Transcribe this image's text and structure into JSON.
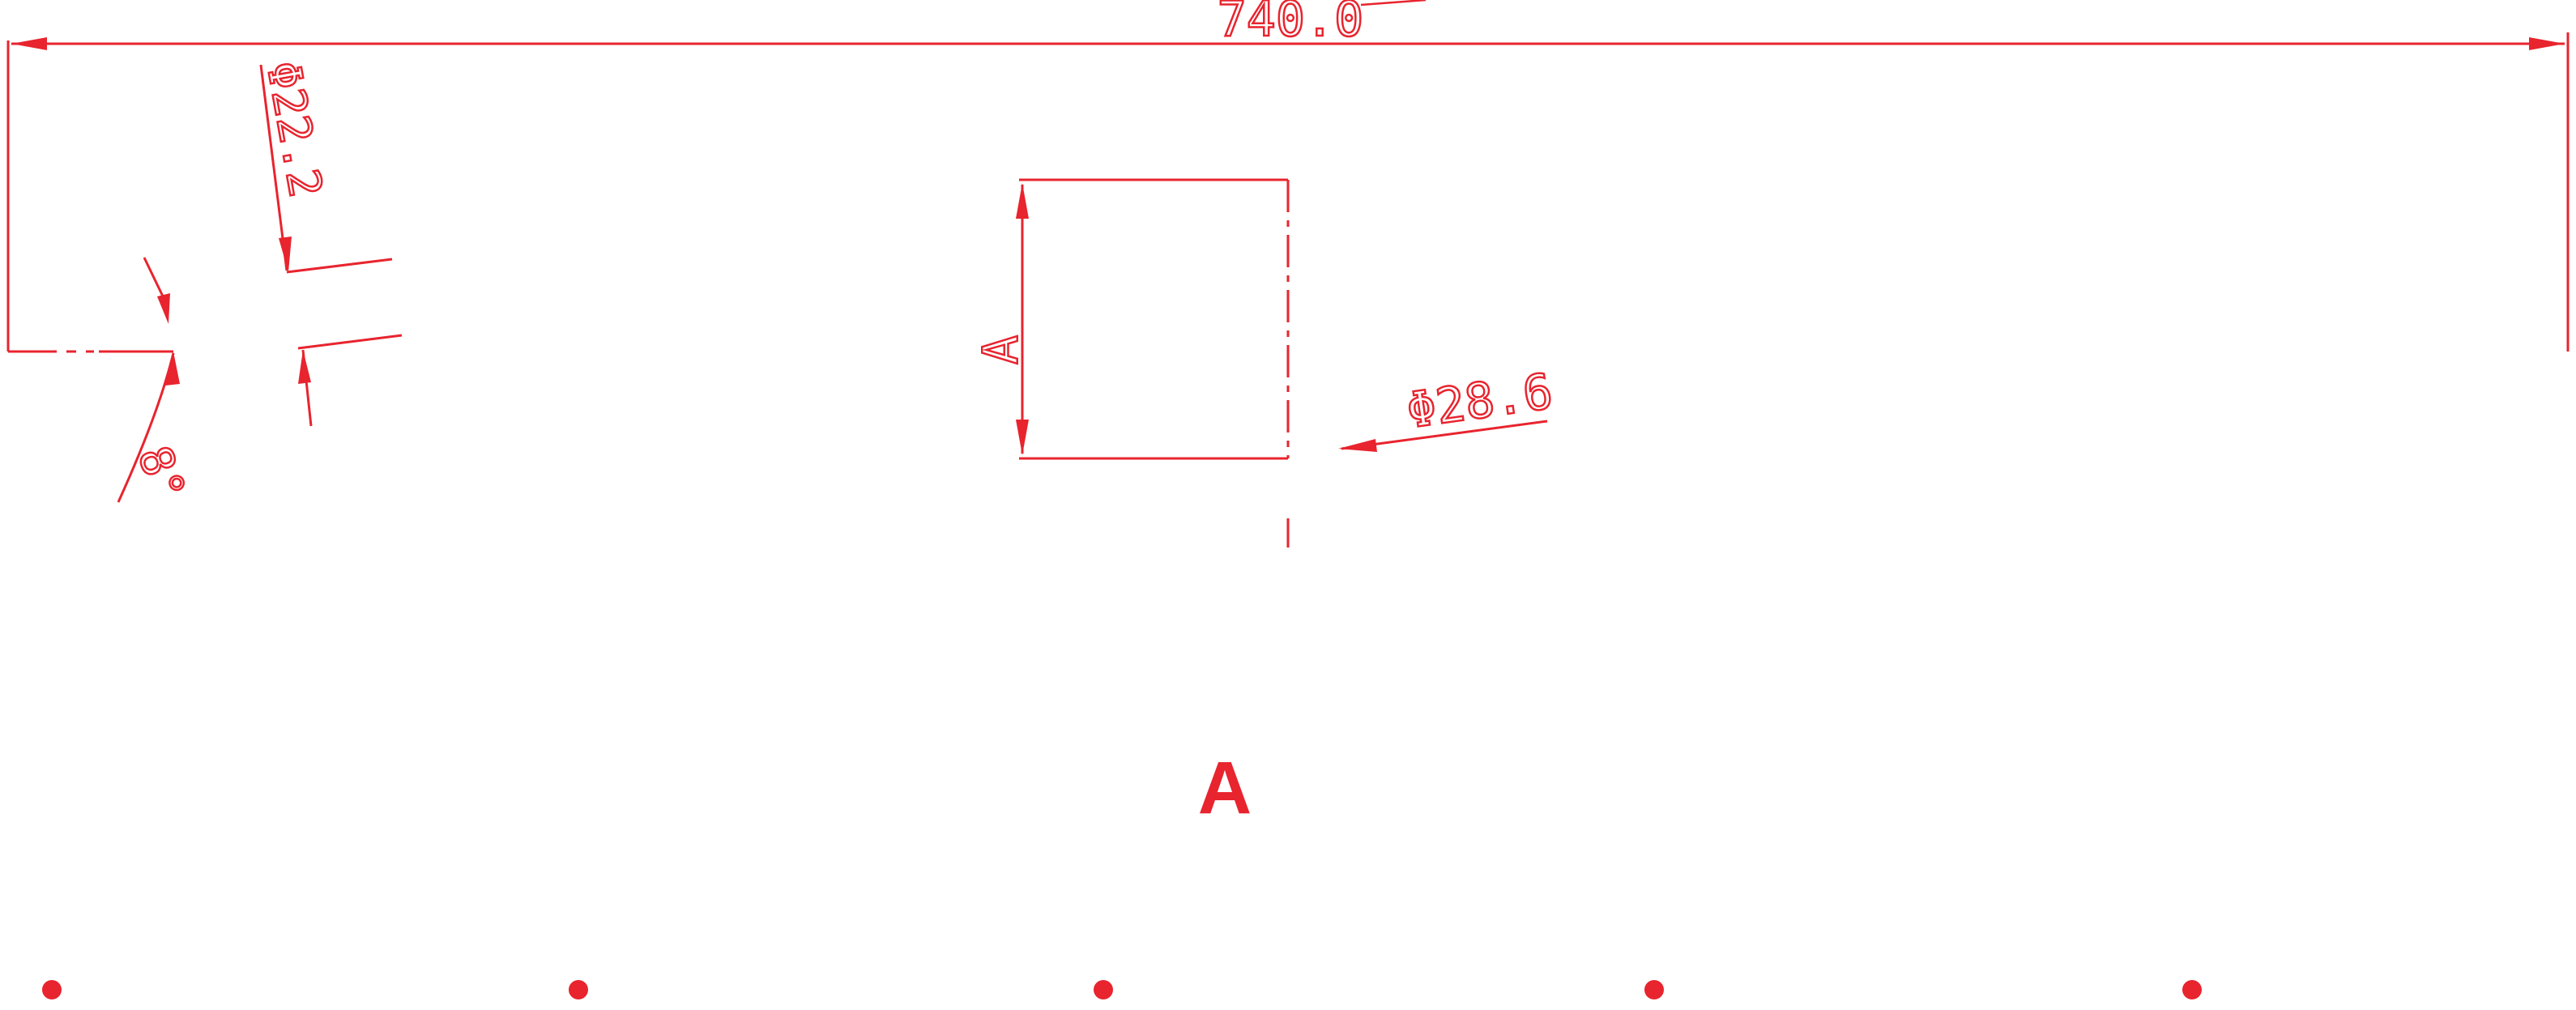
{
  "colors": {
    "line": "#e8242e",
    "background": "#ffffff"
  },
  "dimensions": {
    "overall_width": "740.0",
    "small_hole_diameter": "Φ22.2",
    "large_hole_diameter": "Φ28.6",
    "angle": "8°",
    "section_marker": "A"
  },
  "title": {
    "letter": "A"
  },
  "bullet_count": 5
}
